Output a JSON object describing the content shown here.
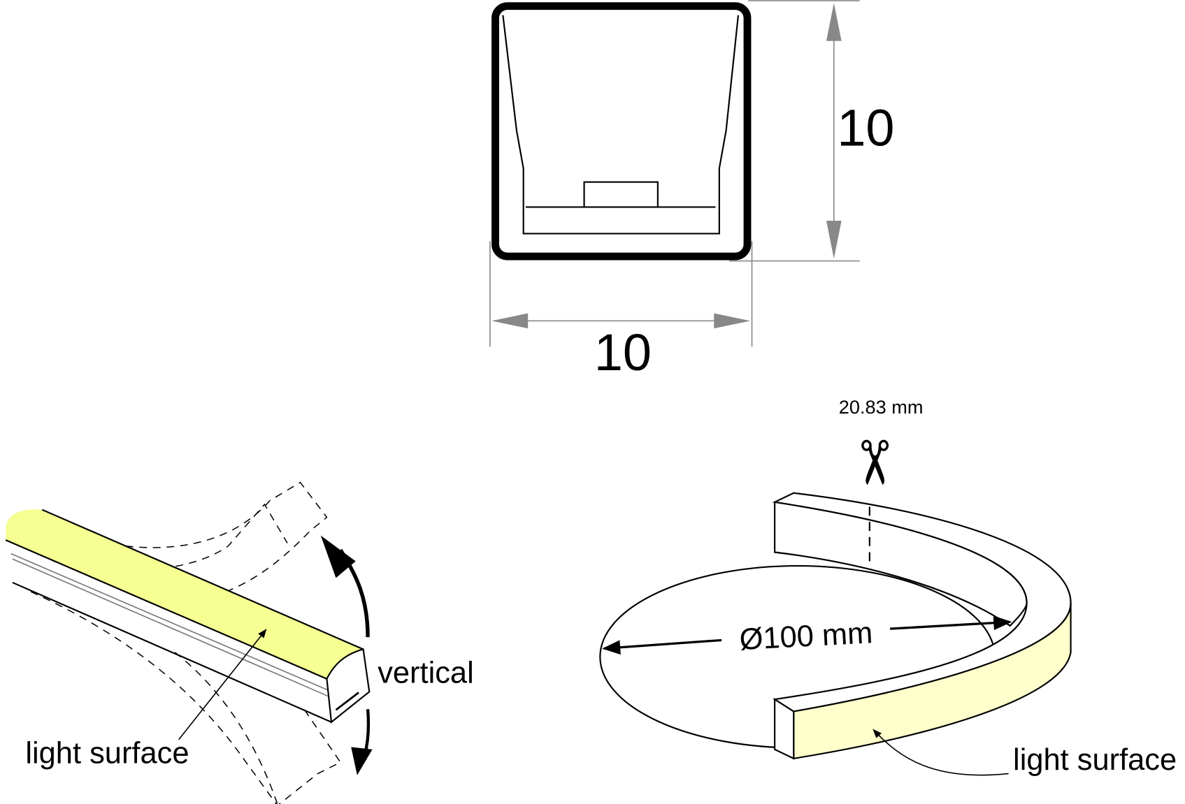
{
  "cross_section": {
    "height_label": "10",
    "width_label": "10"
  },
  "bend_vertical": {
    "direction_label": "vertical",
    "surface_label": "light surface"
  },
  "bend_ring": {
    "cut_length_label": "20.83 mm",
    "diameter_label": "Ø100 mm",
    "surface_label": "light surface"
  },
  "colors": {
    "light_surface_top": "#f5ff92",
    "light_surface_side": "#ffffcc",
    "dimension": "#888888"
  },
  "icons": {
    "cut": "scissors-icon"
  }
}
